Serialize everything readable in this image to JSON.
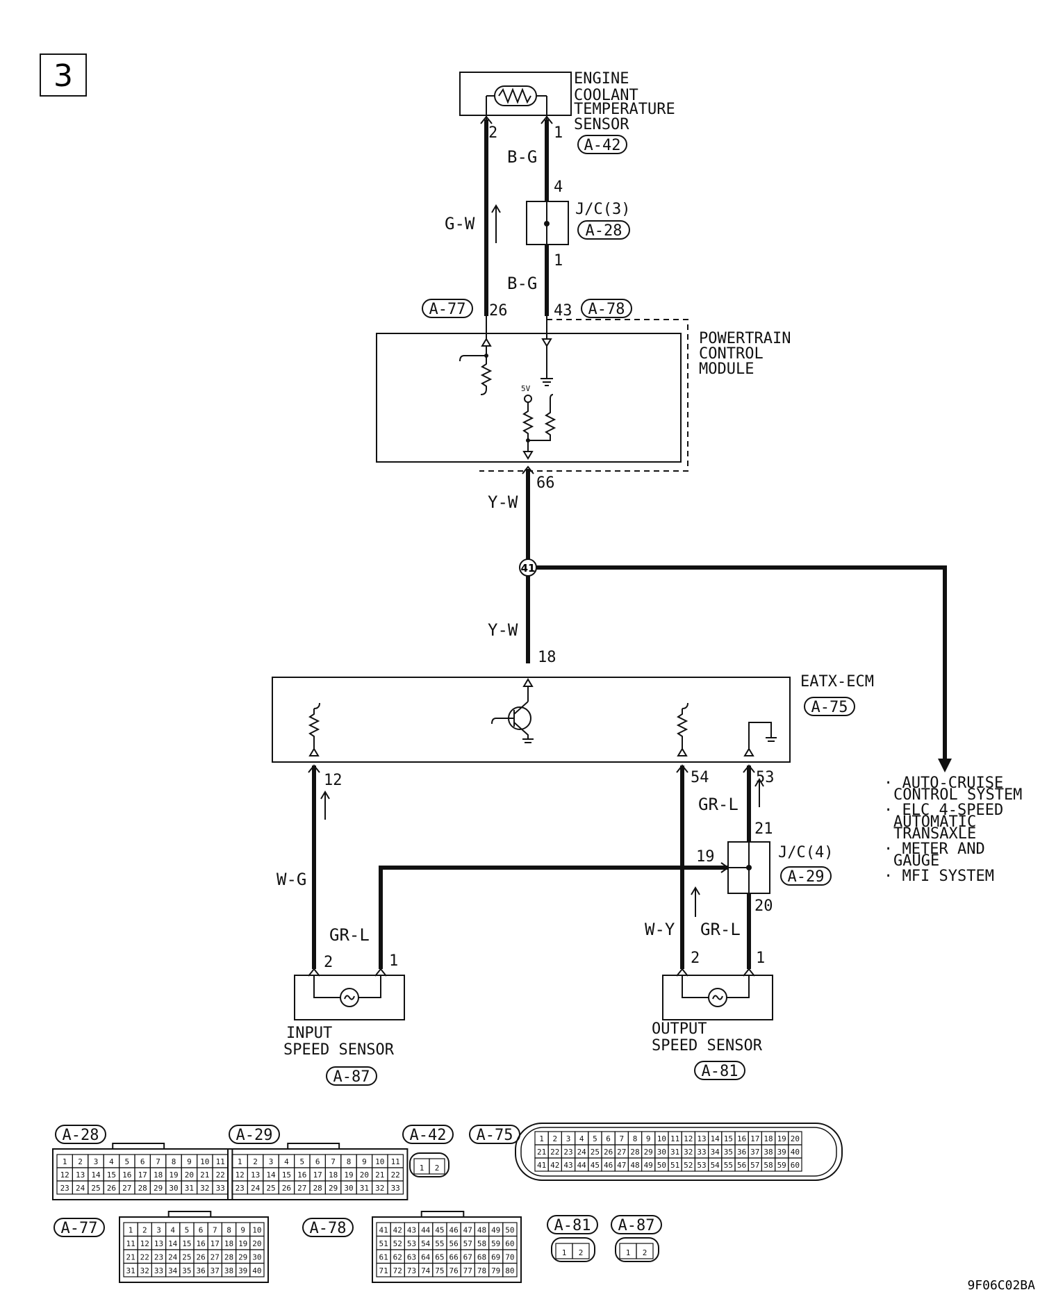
{
  "page_number": "3",
  "figure_code": "9F06C02BA",
  "components": {
    "ects": {
      "lines": [
        "ENGINE",
        "COOLANT",
        "TEMPERATURE",
        "SENSOR"
      ],
      "connector": "A-42",
      "pins": [
        "2",
        "1"
      ]
    },
    "jc3": {
      "lines": [
        "J/C(3)"
      ],
      "connector": "A-28",
      "pins": [
        "4",
        "1"
      ]
    },
    "pcm": {
      "lines": [
        "POWERTRAIN",
        "CONTROL",
        "MODULE"
      ],
      "conn_left": "A-77",
      "pin_left": "26",
      "pin_right": "43",
      "conn_right": "A-78",
      "pin_out": "66",
      "ref_voltage": "5V"
    },
    "eatx": {
      "lines": [
        "EATX-ECM"
      ],
      "connector": "A-75",
      "pin_top": "18",
      "pins_bottom": [
        "12",
        "54",
        "53"
      ]
    },
    "jc4": {
      "lines": [
        "J/C(4)"
      ],
      "connector": "A-29",
      "pins": [
        "21",
        "19",
        "20"
      ]
    },
    "iss": {
      "lines": [
        "INPUT",
        "SPEED SENSOR"
      ],
      "connector": "A-87",
      "pins": [
        "2",
        "1"
      ]
    },
    "oss": {
      "lines": [
        "OUTPUT",
        "SPEED SENSOR"
      ],
      "connector": "A-81",
      "pins": [
        "2",
        "1"
      ]
    },
    "splice": "41"
  },
  "wires": {
    "gw": "G-W",
    "bg1": "B-G",
    "bg2": "B-G",
    "yw1": "Y-W",
    "yw2": "Y-W",
    "wg": "W-G",
    "grl_iss": "GR-L",
    "grl_top": "GR-L",
    "wy": "W-Y",
    "grl_oss": "GR-L"
  },
  "destinations": [
    [
      "· AUTO-CRUISE",
      "CONTROL SYSTEM"
    ],
    [
      "· ELC 4-SPEED",
      "AUTOMATIC",
      "TRANSAXLE"
    ],
    [
      "· METER AND",
      "GAUGE"
    ],
    [
      "· MFI SYSTEM"
    ]
  ],
  "connector_views": [
    {
      "label": "A-28",
      "rows": [
        [
          "1",
          "2",
          "3",
          "4",
          "5",
          "6",
          "7",
          "8",
          "9",
          "10",
          "11"
        ],
        [
          "12",
          "13",
          "14",
          "15",
          "16",
          "17",
          "18",
          "19",
          "20",
          "21",
          "22"
        ],
        [
          "23",
          "24",
          "25",
          "26",
          "27",
          "28",
          "29",
          "30",
          "31",
          "32",
          "33"
        ]
      ]
    },
    {
      "label": "A-29",
      "rows": [
        [
          "1",
          "2",
          "3",
          "4",
          "5",
          "6",
          "7",
          "8",
          "9",
          "10",
          "11"
        ],
        [
          "12",
          "13",
          "14",
          "15",
          "16",
          "17",
          "18",
          "19",
          "20",
          "21",
          "22"
        ],
        [
          "23",
          "24",
          "25",
          "26",
          "27",
          "28",
          "29",
          "30",
          "31",
          "32",
          "33"
        ]
      ]
    },
    {
      "label": "A-42",
      "rows": [
        [
          "1",
          "2"
        ]
      ]
    },
    {
      "label": "A-75",
      "rows": [
        [
          "1",
          "2",
          "3",
          "4",
          "5",
          "6",
          "7",
          "8",
          "9",
          "10",
          "11",
          "12",
          "13",
          "14",
          "15",
          "16",
          "17",
          "18",
          "19",
          "20"
        ],
        [
          "21",
          "22",
          "23",
          "24",
          "25",
          "26",
          "27",
          "28",
          "29",
          "30",
          "31",
          "32",
          "33",
          "34",
          "35",
          "36",
          "37",
          "38",
          "39",
          "40"
        ],
        [
          "41",
          "42",
          "43",
          "44",
          "45",
          "46",
          "47",
          "48",
          "49",
          "50",
          "51",
          "52",
          "53",
          "54",
          "55",
          "56",
          "57",
          "58",
          "59",
          "60"
        ]
      ]
    },
    {
      "label": "A-77",
      "rows": [
        [
          "1",
          "2",
          "3",
          "4",
          "5",
          "6",
          "7",
          "8",
          "9",
          "10"
        ],
        [
          "11",
          "12",
          "13",
          "14",
          "15",
          "16",
          "17",
          "18",
          "19",
          "20"
        ],
        [
          "21",
          "22",
          "23",
          "24",
          "25",
          "26",
          "27",
          "28",
          "29",
          "30"
        ],
        [
          "31",
          "32",
          "33",
          "34",
          "35",
          "36",
          "37",
          "38",
          "39",
          "40"
        ]
      ]
    },
    {
      "label": "A-78",
      "rows": [
        [
          "41",
          "42",
          "43",
          "44",
          "45",
          "46",
          "47",
          "48",
          "49",
          "50"
        ],
        [
          "51",
          "52",
          "53",
          "54",
          "55",
          "56",
          "57",
          "58",
          "59",
          "60"
        ],
        [
          "61",
          "62",
          "63",
          "64",
          "65",
          "66",
          "67",
          "68",
          "69",
          "70"
        ],
        [
          "71",
          "72",
          "73",
          "74",
          "75",
          "76",
          "77",
          "78",
          "79",
          "80"
        ]
      ]
    },
    {
      "label": "A-81",
      "rows": [
        [
          "1",
          "2"
        ]
      ]
    },
    {
      "label": "A-87",
      "rows": [
        [
          "1",
          "2"
        ]
      ]
    }
  ]
}
